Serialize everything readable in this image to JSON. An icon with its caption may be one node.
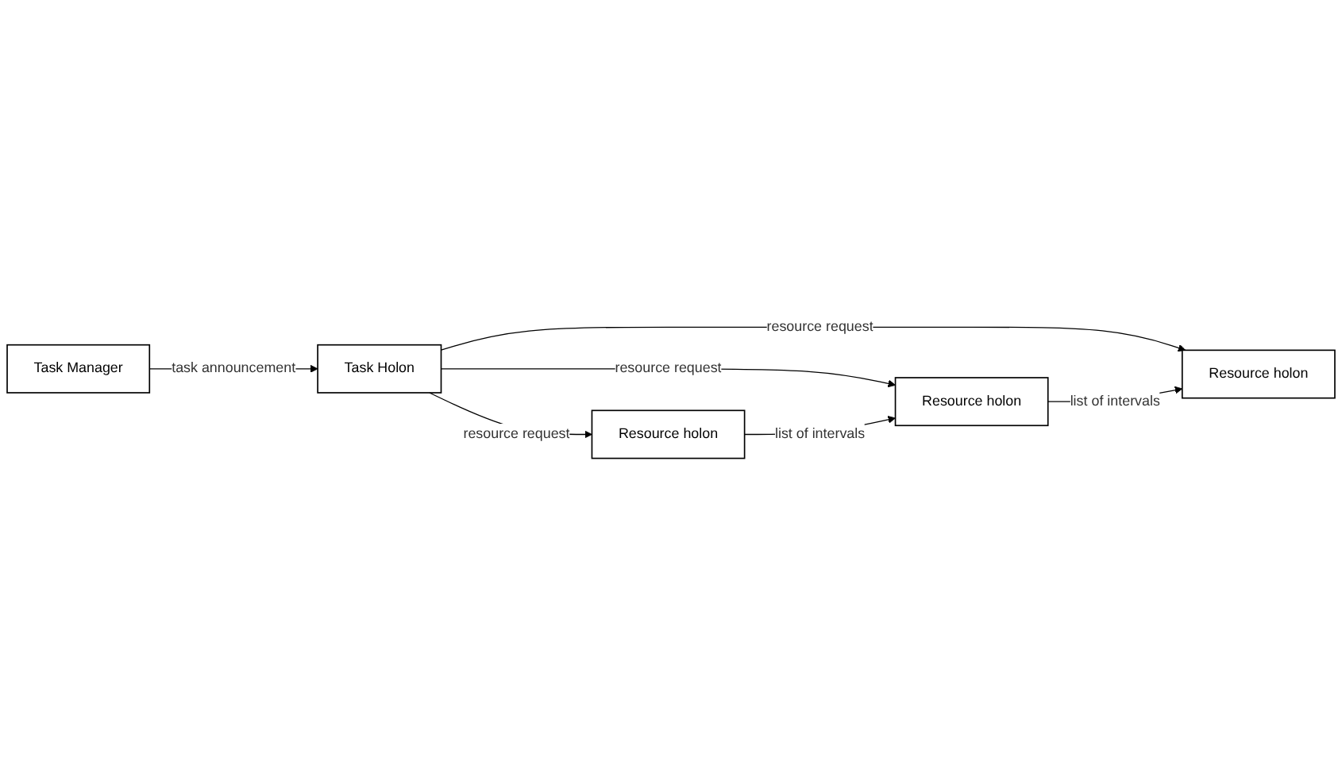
{
  "diagram": {
    "nodes": [
      {
        "text": [
          "Task Manager"
        ]
      },
      {
        "text": [
          "Task Holon"
        ]
      },
      {
        "text": [
          "Resource holon"
        ]
      },
      {
        "text": [
          "Resource holon"
        ]
      },
      {
        "text": [
          "Resource holon"
        ]
      }
    ],
    "edges": [
      {
        "from": 0,
        "to": 1,
        "arrow": "to",
        "label": "task announcement"
      },
      {
        "from": 1,
        "to": 2,
        "arrow": "to",
        "label": "resource request"
      },
      {
        "from": 1,
        "to": 3,
        "arrow": "to",
        "label": "resource request"
      },
      {
        "from": 1,
        "to": 4,
        "arrow": "to",
        "label": "resource request"
      },
      {
        "from": 2,
        "to": 3,
        "arrow": "to",
        "label": "list of intervals"
      },
      {
        "from": 3,
        "to": 4,
        "arrow": "to",
        "label": "list of intervals"
      }
    ]
  }
}
